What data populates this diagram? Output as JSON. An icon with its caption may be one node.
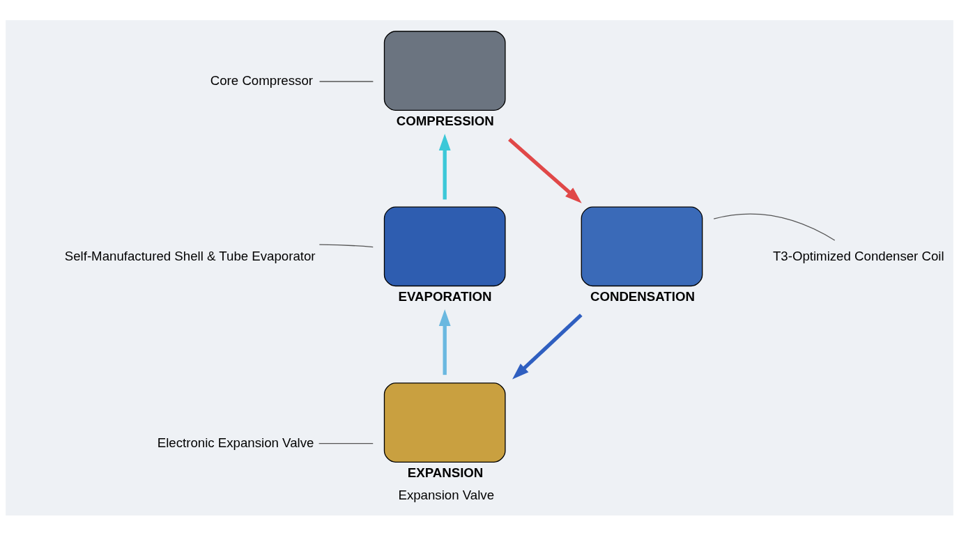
{
  "diagram": {
    "nodes": [
      {
        "text": [
          "Core Compressor"
        ]
      },
      {
        "text": [],
        "shape": "box",
        "beside": [
          "COMPRESSION"
        ]
      },
      {
        "text": [],
        "shape": "box",
        "beside": [
          "CONDENSATION"
        ]
      },
      {
        "text": [
          "T3-Optimized Condenser Coil"
        ]
      },
      {
        "text": [],
        "shape": "box",
        "beside": [
          "EXPANSION",
          "Expansion Valve"
        ]
      },
      {
        "text": [
          "Electronic Expansion Valve"
        ]
      },
      {
        "text": [],
        "shape": "box",
        "beside": [
          "EVAPORATION"
        ]
      },
      {
        "text": [
          "Self-Manufactured Shell & Tube Evaporator"
        ]
      }
    ],
    "edges": [
      {
        "from": 6,
        "to": 1,
        "arrow": "to",
        "style": "thick",
        "color": "#3cc8d8"
      },
      {
        "from": 1,
        "to": 2,
        "arrow": "to",
        "style": "thick",
        "color": "#e04848"
      },
      {
        "from": 2,
        "to": 4,
        "arrow": "to",
        "style": "thick",
        "color": "#2f5fc0"
      },
      {
        "from": 4,
        "to": 6,
        "arrow": "to",
        "style": "thick",
        "color": "#6ab8e0"
      },
      {
        "from": 0,
        "to": 1,
        "arrow": "none"
      },
      {
        "from": 3,
        "to": 2,
        "arrow": "none"
      },
      {
        "from": 5,
        "to": 4,
        "arrow": "none"
      },
      {
        "from": 7,
        "to": 6,
        "arrow": "none"
      }
    ]
  }
}
